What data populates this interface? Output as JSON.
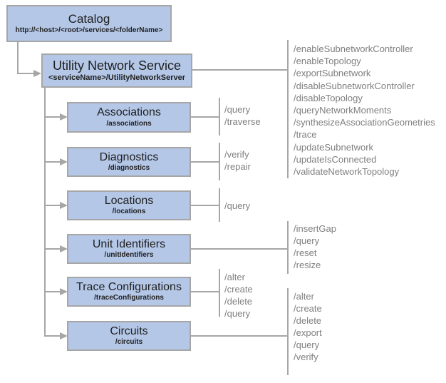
{
  "colors": {
    "box_fill": "#b4c7e7",
    "box_border": "#a6a6a6",
    "connector": "#a6a6a6",
    "ops_text": "#7f7f7f",
    "title_text": "#1f1f1f"
  },
  "nodes": {
    "catalog": {
      "title": "Catalog",
      "subtitle": "http://<host>/<root>/services/<folderName>"
    },
    "utility_network_service": {
      "title": "Utility Network Service",
      "subtitle": "<serviceName>/UtilityNetworkServer"
    },
    "associations": {
      "title": "Associations",
      "subtitle": "/associations"
    },
    "diagnostics": {
      "title": "Diagnostics",
      "subtitle": "/diagnostics"
    },
    "locations": {
      "title": "Locations",
      "subtitle": "/locations"
    },
    "unit_identifiers": {
      "title": "Unit Identifiers",
      "subtitle": "/unitIdentifiers"
    },
    "trace_configurations": {
      "title": "Trace Configurations",
      "subtitle": "/traceConfigurations"
    },
    "circuits": {
      "title": "Circuits",
      "subtitle": "/circuits"
    }
  },
  "operations": {
    "utility_network_service": [
      "/enableSubnetworkController",
      "/enableTopology",
      "/exportSubnetwork",
      "/disableSubnetworkController",
      "/disableTopology",
      "/queryNetworkMoments",
      "/synthesizeAssociationGeometries",
      "/trace",
      "/updateSubnetwork",
      "/updateIsConnected",
      "/validateNetworkTopology"
    ],
    "associations": [
      "/query",
      "/traverse"
    ],
    "diagnostics": [
      "/verify",
      "/repair"
    ],
    "locations": [
      "/query"
    ],
    "unit_identifiers": [
      "/insertGap",
      "/query",
      "/reset",
      "/resize"
    ],
    "trace_configurations": [
      "/alter",
      "/create",
      "/delete",
      "/query"
    ],
    "circuits": [
      "/alter",
      "/create",
      "/delete",
      "/export",
      "/query",
      "/verify"
    ]
  }
}
